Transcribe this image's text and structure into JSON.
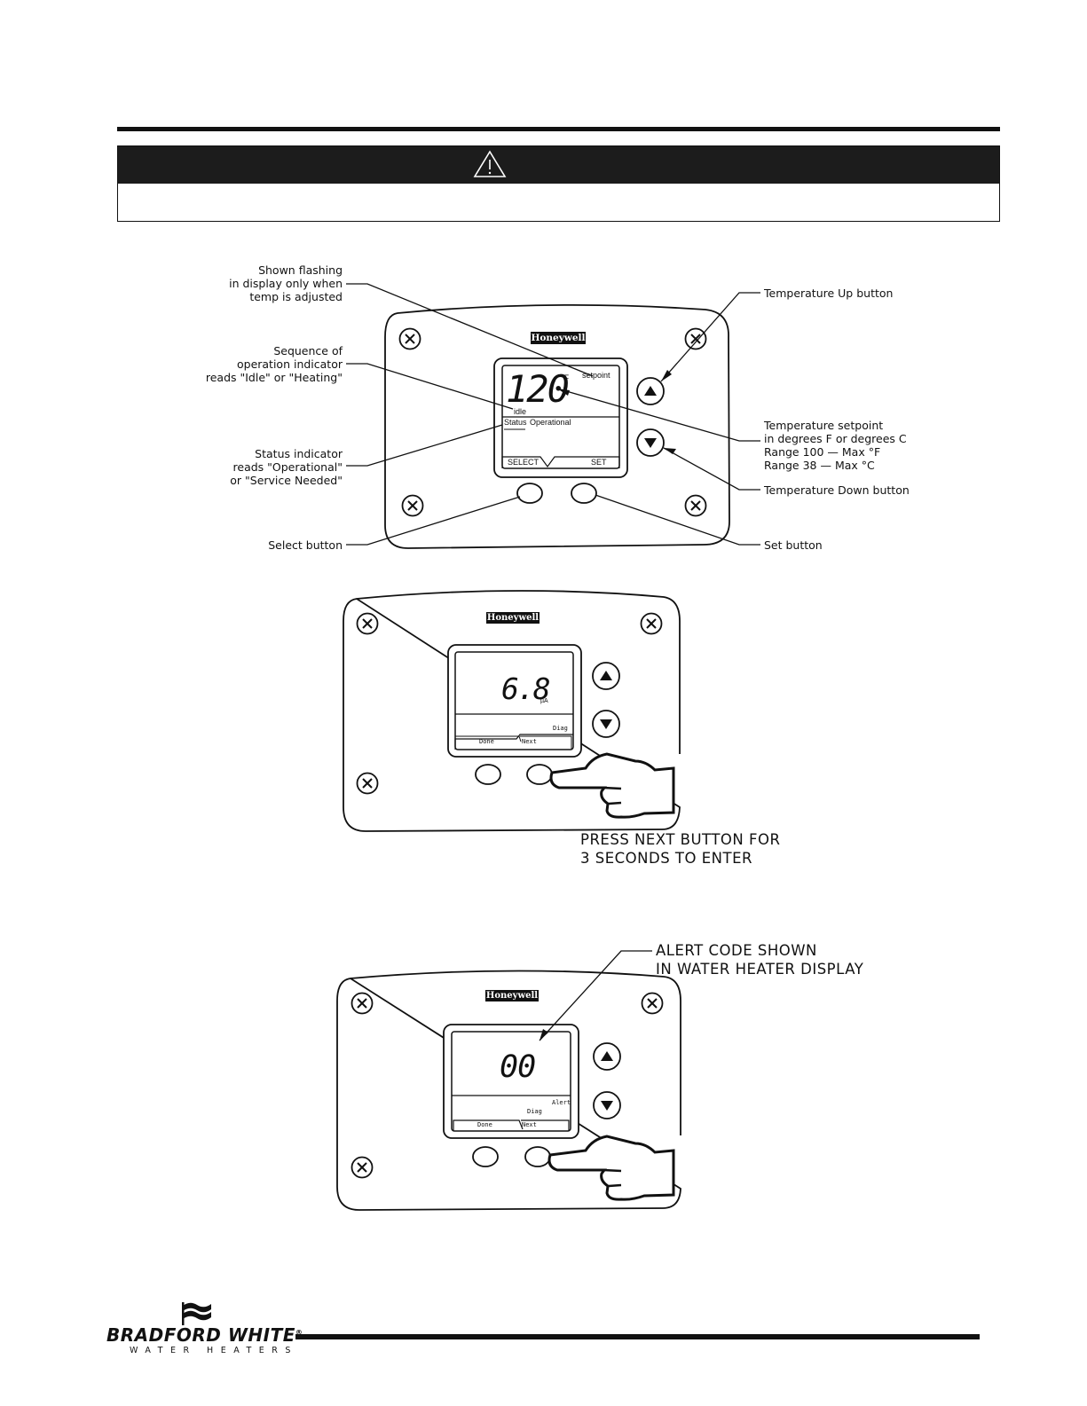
{
  "figure1": {
    "logo": "Honeywell",
    "display": {
      "temperature": "120",
      "unit": "°F",
      "mode": "setpoint",
      "sequence": "idle",
      "status_label": "Status",
      "status_value": "Operational",
      "soft_left": "SELECT",
      "soft_right": "SET"
    },
    "callouts": {
      "flashing": "Shown flashing\nin display only when\ntemp is adjusted",
      "sequence": "Sequence of\noperation indicator\nreads \"Idle\" or \"Heating\"",
      "status": "Status indicator\nreads \"Operational\"\nor \"Service Needed\"",
      "select": "Select button",
      "temp_up": "Temperature Up button",
      "setpoint": "Temperature setpoint\nin degrees F or degrees C\nRange 100 — Max °F\nRange 38 — Max °C",
      "temp_down": "Temperature Down button",
      "set": "Set button"
    }
  },
  "figure2": {
    "logo": "Honeywell",
    "display": {
      "value": "6.8",
      "unit": "µA",
      "mode": "Diag",
      "soft_left": "Done",
      "soft_right": "Next"
    },
    "callout": "PRESS NEXT BUTTON FOR\n3 SECONDS TO ENTER"
  },
  "figure3": {
    "logo": "Honeywell",
    "display": {
      "value": "00",
      "mode": "Diag",
      "alert": "Alert",
      "soft_left": "Done",
      "soft_right": "Next"
    },
    "callout": "ALERT CODE SHOWN\nIN WATER HEATER DISPLAY"
  },
  "footer": {
    "brand": "BRADFORD WHITE",
    "registered": "®",
    "tagline": "WATER HEATERS"
  },
  "icons": [
    "warning-triangle-icon",
    "screw-icon",
    "up-arrow-icon",
    "down-arrow-icon",
    "pointing-hand-icon"
  ]
}
